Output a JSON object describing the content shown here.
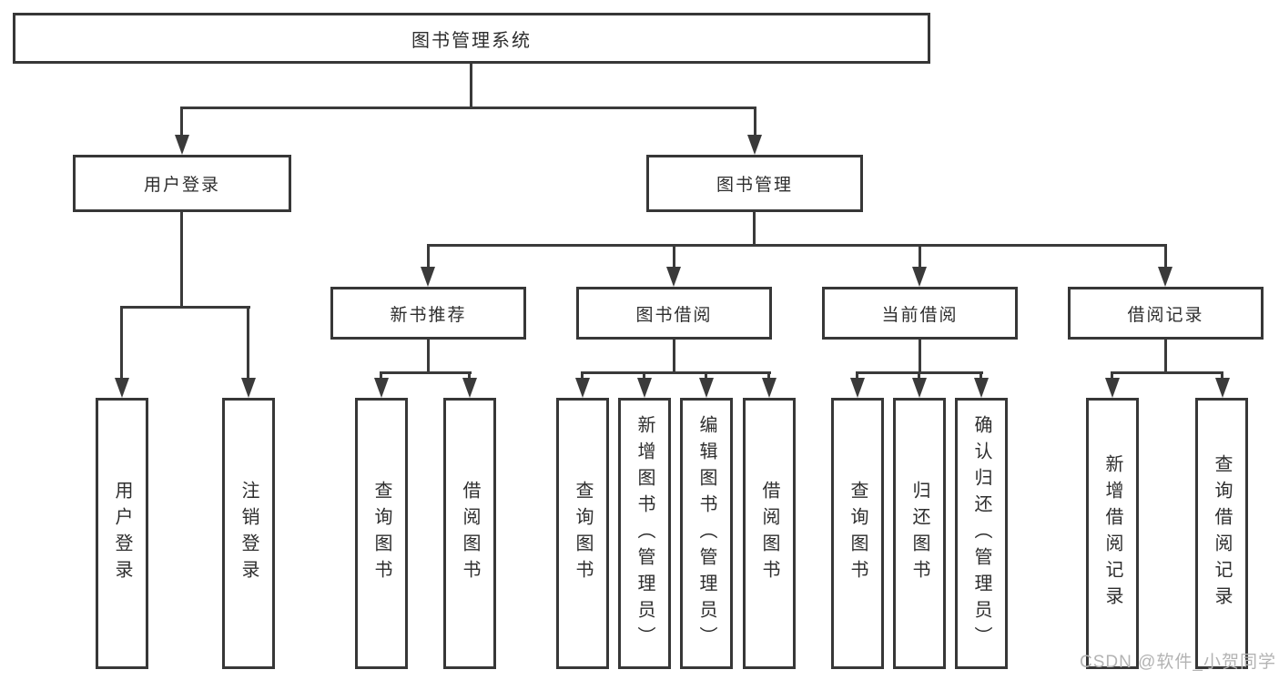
{
  "diagram": {
    "title": "图书管理系统",
    "root": {
      "label": "图书管理系统"
    },
    "level2": [
      {
        "id": "user-login",
        "label": "用户登录"
      },
      {
        "id": "book-management",
        "label": "图书管理"
      }
    ],
    "level3": [
      {
        "id": "new-book-recommend",
        "label": "新书推荐",
        "parent": "图书管理"
      },
      {
        "id": "book-borrow",
        "label": "图书借阅",
        "parent": "图书管理"
      },
      {
        "id": "current-borrow",
        "label": "当前借阅",
        "parent": "图书管理"
      },
      {
        "id": "borrow-records",
        "label": "借阅记录",
        "parent": "图书管理"
      }
    ],
    "leaves": [
      {
        "label": "用户登录",
        "parent": "用户登录"
      },
      {
        "label": "注销登录",
        "parent": "用户登录"
      },
      {
        "label": "查询图书",
        "parent": "新书推荐"
      },
      {
        "label": "借阅图书",
        "parent": "新书推荐"
      },
      {
        "label": "查询图书",
        "parent": "图书借阅"
      },
      {
        "label": "新增图书（管理员）",
        "parent": "图书借阅"
      },
      {
        "label": "编辑图书（管理员）",
        "parent": "图书借阅"
      },
      {
        "label": "借阅图书",
        "parent": "图书借阅"
      },
      {
        "label": "查询图书",
        "parent": "当前借阅"
      },
      {
        "label": "归还图书",
        "parent": "当前借阅"
      },
      {
        "label": "确认归还（管理员）",
        "parent": "当前借阅"
      },
      {
        "label": "新增借阅记录",
        "parent": "借阅记录"
      },
      {
        "label": "查询借阅记录",
        "parent": "借阅记录"
      }
    ]
  },
  "watermark": {
    "text": "CSDN @软件_小贺同学"
  },
  "colors": {
    "line": "#3a3a3a",
    "border": "#373737",
    "text": "#2e2e2e",
    "watermark": "#b3b3b3",
    "background": "#ffffff"
  }
}
